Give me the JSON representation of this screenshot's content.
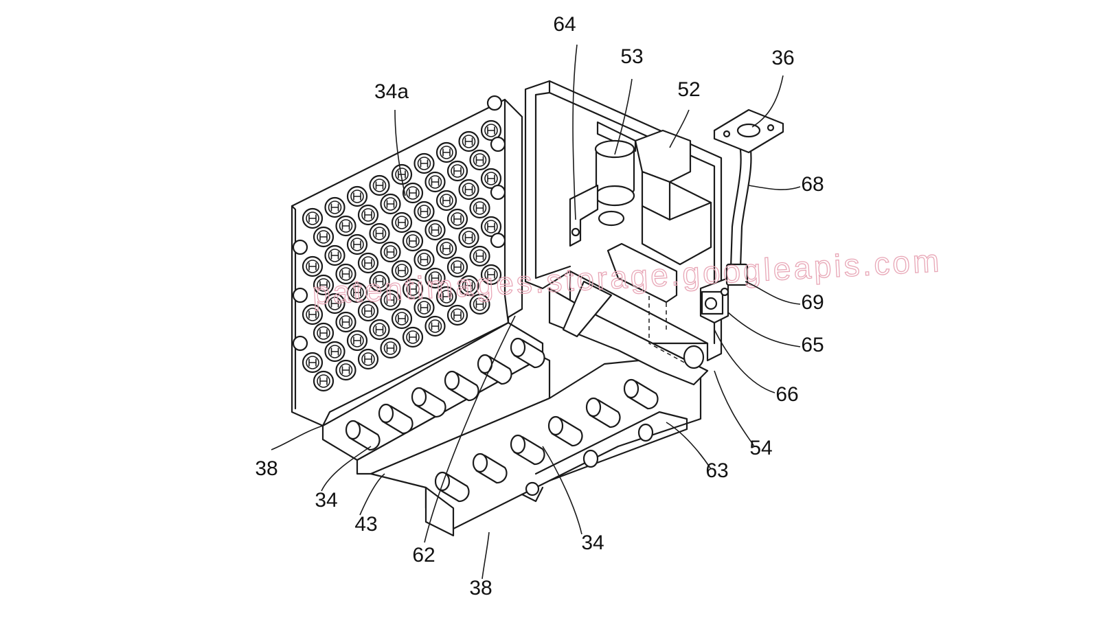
{
  "figure": {
    "watermark": "patentimages.storage.googleapis.com",
    "watermark_color": "#e8a6b6",
    "line_color": "#1a1a1a",
    "background": "#ffffff"
  },
  "labels": [
    {
      "id": "64",
      "text": "64"
    },
    {
      "id": "53",
      "text": "53"
    },
    {
      "id": "52",
      "text": "52"
    },
    {
      "id": "36",
      "text": "36"
    },
    {
      "id": "34a",
      "text": "34a"
    },
    {
      "id": "68",
      "text": "68"
    },
    {
      "id": "69",
      "text": "69"
    },
    {
      "id": "65",
      "text": "65"
    },
    {
      "id": "66",
      "text": "66"
    },
    {
      "id": "54",
      "text": "54"
    },
    {
      "id": "63",
      "text": "63"
    },
    {
      "id": "38a",
      "text": "38"
    },
    {
      "id": "34b",
      "text": "34"
    },
    {
      "id": "43",
      "text": "43"
    },
    {
      "id": "62",
      "text": "62"
    },
    {
      "id": "34c",
      "text": "34"
    },
    {
      "id": "38b",
      "text": "38"
    }
  ]
}
